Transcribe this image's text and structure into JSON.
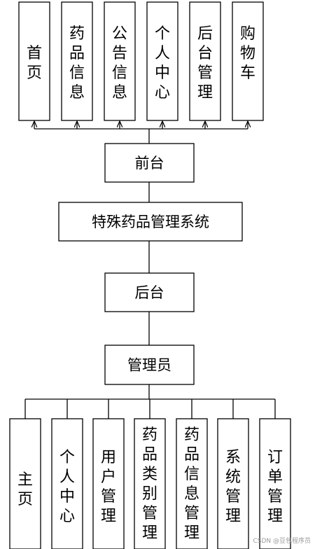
{
  "front": {
    "modules": [
      "首页",
      "药品信息",
      "公告信息",
      "个人中心",
      "后台管理",
      "购物车"
    ],
    "label": "前台"
  },
  "system_title": "特殊药品管理系统",
  "back": {
    "label": "后台",
    "role": "管理员",
    "modules": [
      "主页",
      "个人中心",
      "用户管理",
      "药品类别管理",
      "药品信息管理",
      "系统管理",
      "订单管理"
    ]
  },
  "watermark": "CSDN @豆包程序员"
}
